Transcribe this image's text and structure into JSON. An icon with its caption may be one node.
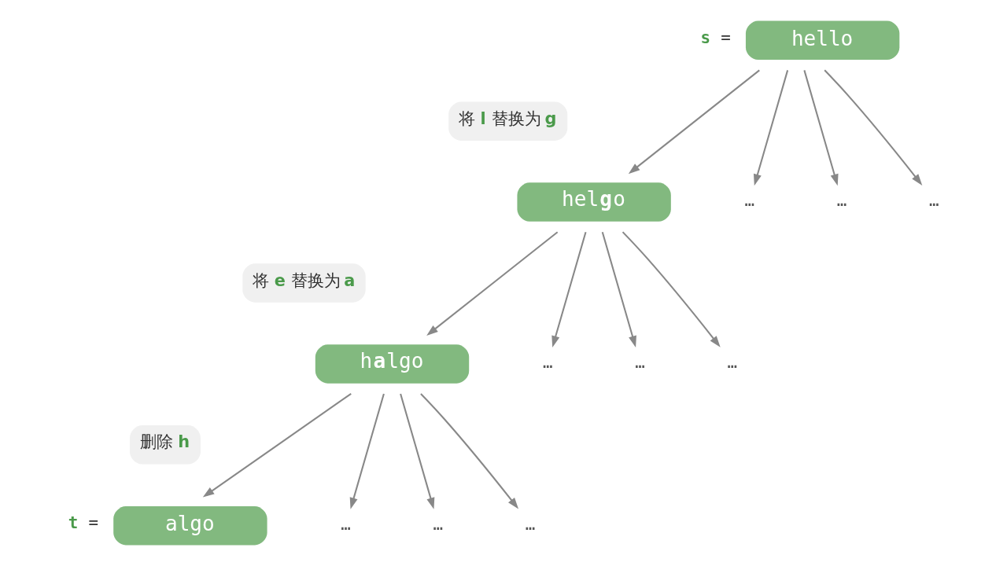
{
  "diagram": {
    "nodes": [
      {
        "text": [
          "hello"
        ],
        "beside": [
          "**s** ="
        ]
      },
      {
        "text": [
          "将 **l** 替换为 **g**"
        ]
      },
      {
        "text": [
          "hel**g**o"
        ]
      },
      {
        "text": [
          "…"
        ]
      },
      {
        "text": [
          "…"
        ]
      },
      {
        "text": [
          "…"
        ]
      },
      {
        "text": [
          "将 **e** 替换为 **a**"
        ]
      },
      {
        "text": [
          "h**a**lgo"
        ]
      },
      {
        "text": [
          "…"
        ]
      },
      {
        "text": [
          "…"
        ]
      },
      {
        "text": [
          "…"
        ]
      },
      {
        "text": [
          "删除 **h**"
        ]
      },
      {
        "text": [
          "algo"
        ],
        "beside": [
          "**t** ="
        ]
      },
      {
        "text": [
          "…"
        ]
      },
      {
        "text": [
          "…"
        ]
      },
      {
        "text": [
          "…"
        ]
      }
    ],
    "edges": [
      {
        "from": 0,
        "to": 2,
        "arrow": "to"
      },
      {
        "from": 0,
        "to": 3,
        "arrow": "to"
      },
      {
        "from": 0,
        "to": 4,
        "arrow": "to"
      },
      {
        "from": 0,
        "to": 5,
        "arrow": "to"
      },
      {
        "from": 2,
        "to": 7,
        "arrow": "to"
      },
      {
        "from": 2,
        "to": 8,
        "arrow": "to"
      },
      {
        "from": 2,
        "to": 9,
        "arrow": "to"
      },
      {
        "from": 2,
        "to": 10,
        "arrow": "to"
      },
      {
        "from": 7,
        "to": 12,
        "arrow": "to"
      },
      {
        "from": 7,
        "to": 13,
        "arrow": "to"
      },
      {
        "from": 7,
        "to": 14,
        "arrow": "to"
      },
      {
        "from": 7,
        "to": 15,
        "arrow": "to"
      }
    ]
  }
}
